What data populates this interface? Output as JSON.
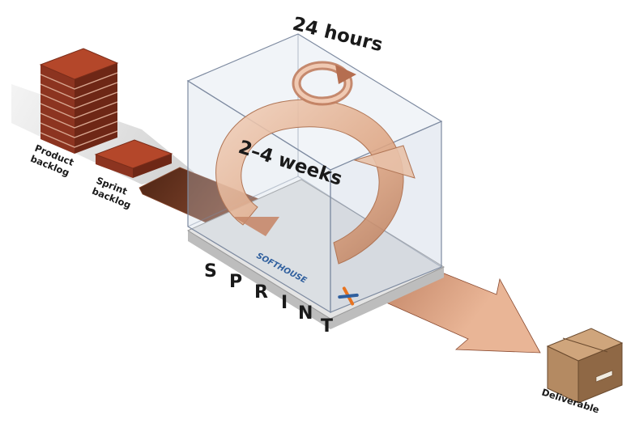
{
  "labels": {
    "product_backlog": [
      "Product",
      "backlog"
    ],
    "sprint_backlog": [
      "Sprint",
      "backlog"
    ],
    "daily_cycle": "24 hours",
    "sprint_cycle": "2–4 weeks",
    "sprint_letters": [
      "S",
      "P",
      "R",
      "I",
      "N",
      "T"
    ],
    "brand": "SOFTHOUSE",
    "deliverable": "Deliverable"
  },
  "colors": {
    "brick": "#9a3a22",
    "brick_top": "#b4472a",
    "arrow_dark": "#7a3a22",
    "arrow_light": "#e6b79c",
    "cycle": "#e2b497",
    "box_edge": "#7d8aa0",
    "brand_blue": "#2f5f9e",
    "brand_orange": "#e8731f",
    "package": "#b48a62"
  },
  "icons": {
    "daily_cycle": "circular-arrow-icon",
    "sprint_cycle": "circular-arrow-icon",
    "brand_logo": "x-logo-icon"
  }
}
